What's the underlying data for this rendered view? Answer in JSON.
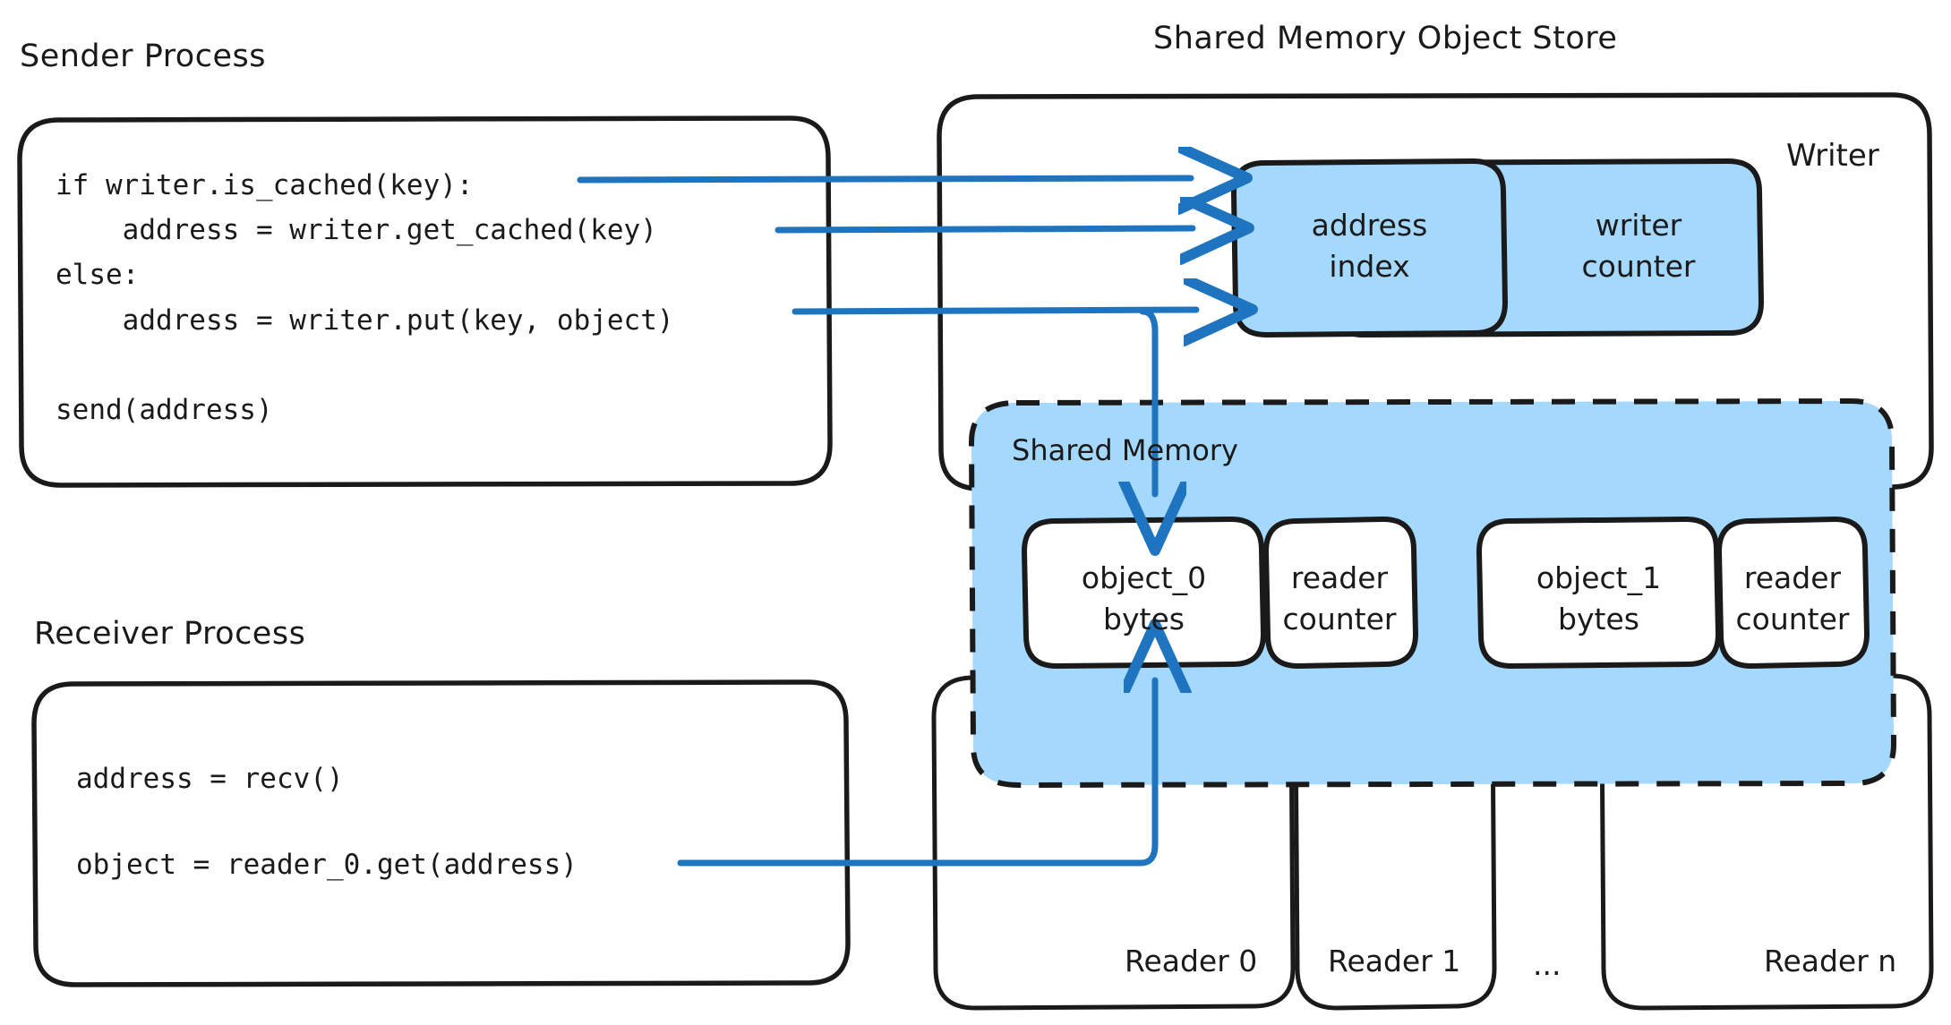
{
  "diagram": {
    "title_sender": "Sender Process",
    "title_receiver": "Receiver Process",
    "title_store": "Shared Memory Object Store",
    "writer_label": "Writer",
    "shared_memory_label": "Shared Memory",
    "ellipsis": "...",
    "colors": {
      "fill_blue": "#a5d8fd",
      "stroke_black": "#1a1a1a",
      "arrow_blue": "#1f74c0",
      "background": "#ffffff"
    },
    "sender_code": "if writer.is_cached(key):\n    address = writer.get_cached(key)\nelse:\n    address = writer.put(key, object)\n\nsend(address)",
    "sender_code_lines": [
      "if writer.is_cached(key):",
      "    address = writer.get_cached(key)",
      "else:",
      "    address = writer.put(key, object)",
      "",
      "send(address)"
    ],
    "receiver_code_lines": [
      "address = recv()",
      "",
      "object = reader_0.get(address)"
    ],
    "writer_cells": [
      {
        "line1": "address",
        "line2": "index"
      },
      {
        "line1": "writer",
        "line2": "counter"
      }
    ],
    "shared_memory_slots": [
      {
        "object": {
          "line1": "object_0",
          "line2": "bytes"
        },
        "counter": {
          "line1": "reader",
          "line2": "counter"
        }
      },
      {
        "object": {
          "line1": "object_1",
          "line2": "bytes"
        },
        "counter": {
          "line1": "reader",
          "line2": "counter"
        }
      }
    ],
    "readers": [
      {
        "label": "Reader 0"
      },
      {
        "label": "Reader 1"
      },
      {
        "label": "Reader n"
      }
    ]
  }
}
